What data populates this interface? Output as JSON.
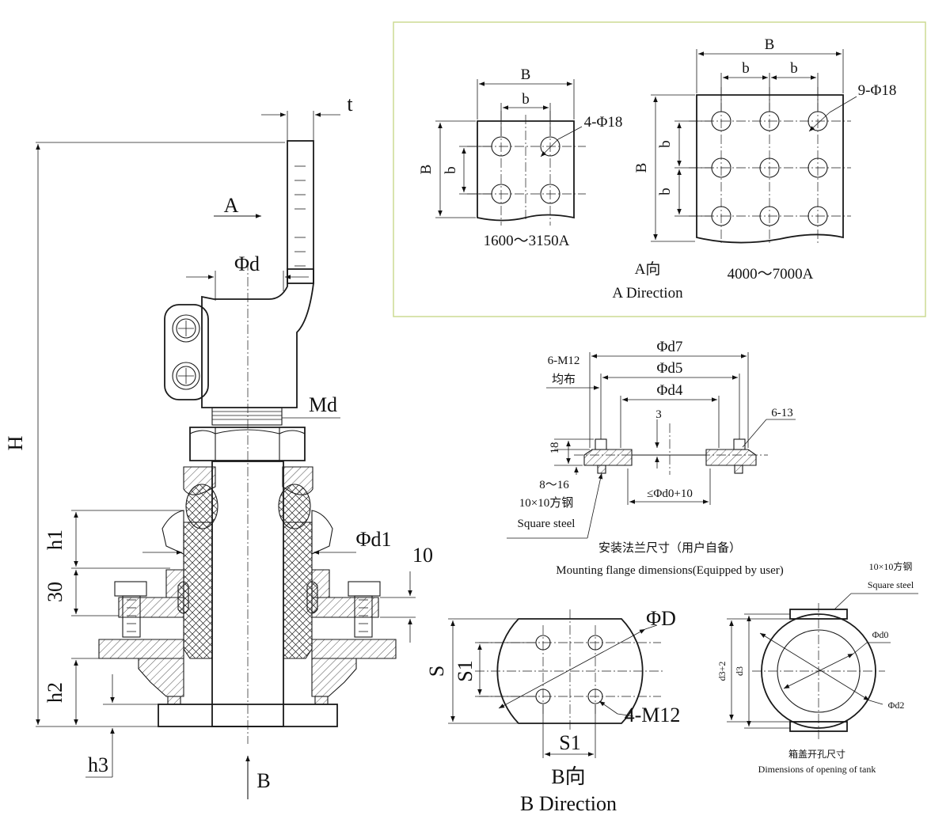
{
  "main_view": {
    "labels": {
      "t": "t",
      "A": "A",
      "phi_d": "Φd",
      "Md": "Md",
      "H": "H",
      "h1": "h1",
      "phi_d1": "Φd1",
      "ten": "10",
      "thirty": "30",
      "h2": "h2",
      "h3": "h3",
      "B": "B"
    }
  },
  "a_direction": {
    "small": {
      "B_top": "B",
      "b_top": "b",
      "B_side": "B",
      "b_side": "b",
      "holes": "4-Φ18",
      "range": "1600～3150A"
    },
    "large": {
      "B_top": "B",
      "b_top1": "b",
      "b_top2": "b",
      "B_side": "B",
      "b_side1": "b",
      "b_side2": "b",
      "holes": "9-Φ18",
      "range": "4000～7000A"
    },
    "title_cn": "A向",
    "title_en": "A Direction"
  },
  "flange": {
    "phi_d7": "Φd7",
    "phi_d5": "Φd5",
    "phi_d4": "Φd4",
    "bolts": "6-M12",
    "bolts_cn": "均布",
    "three": "3",
    "holes": "6-13",
    "eighteen": "18",
    "range_8_16": "8～16",
    "square_steel_cn": "10×10方钢",
    "square_steel_en": "Square steel",
    "le_d0": "≤Φd0+10",
    "title_cn": "安装法兰尺寸（用户自备）",
    "title_en": "Mounting flange dimensions(Equipped by user)"
  },
  "b_direction": {
    "phi_D": "ΦD",
    "S": "S",
    "S1_side": "S1",
    "S1_bottom": "S1",
    "holes": "4-M12",
    "title_cn": "B向",
    "title_en": "B Direction"
  },
  "tank_opening": {
    "square_steel_cn": "10×10方钢",
    "square_steel_en": "Square steel",
    "d3_plus_2": "d3+2",
    "d3": "d3",
    "phi_d0": "Φd0",
    "phi_d2": "Φd2",
    "title_cn": "箱盖开孔尺寸",
    "title_en": "Dimensions of opening of tank"
  }
}
